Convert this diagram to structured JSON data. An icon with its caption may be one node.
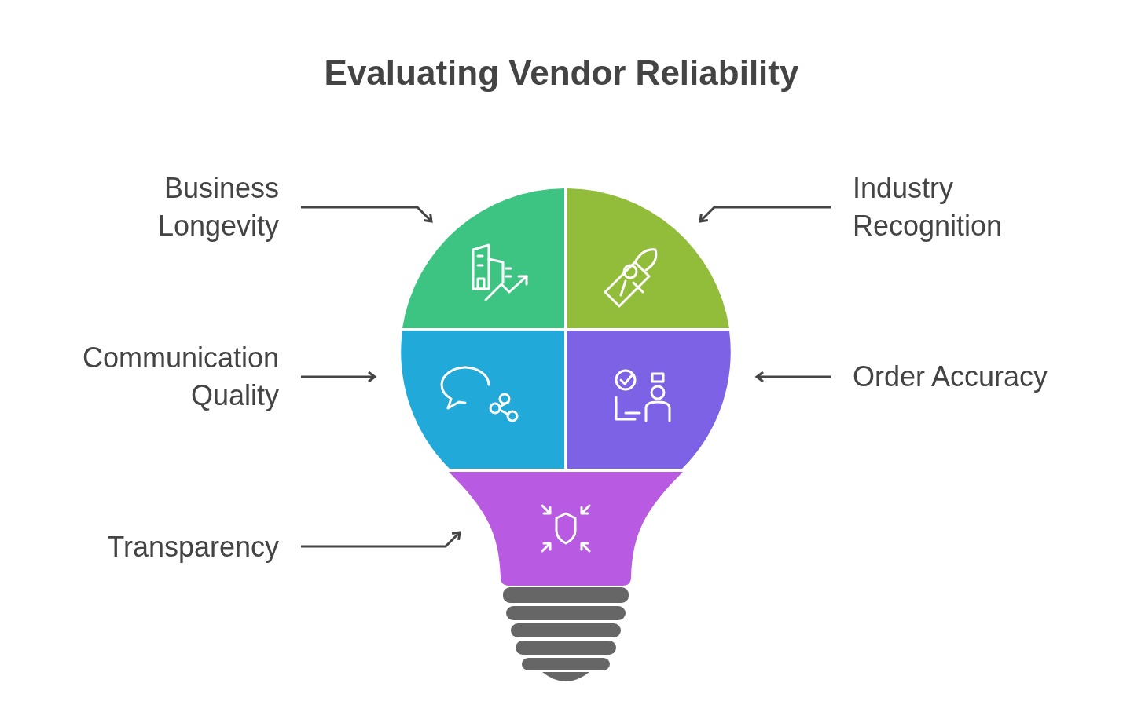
{
  "diagram": {
    "title": "Evaluating Vendor Reliability",
    "nodes": [
      {
        "text": [
          "Business Longevity"
        ]
      },
      {
        "text": [
          "Industry Recognition"
        ]
      },
      {
        "text": [
          "Communication Quality"
        ]
      },
      {
        "text": [
          "Order Accuracy"
        ]
      },
      {
        "text": [
          "Transparency"
        ]
      },
      {
        "text": [],
        "shape": "segment"
      },
      {
        "text": [],
        "shape": "segment"
      },
      {
        "text": [],
        "shape": "segment"
      },
      {
        "text": [],
        "shape": "segment"
      },
      {
        "text": [],
        "shape": "segment"
      }
    ],
    "edges": [
      {
        "from": 0,
        "to": 5,
        "arrow": "to"
      },
      {
        "from": 1,
        "to": 6,
        "arrow": "to"
      },
      {
        "from": 2,
        "to": 7,
        "arrow": "to"
      },
      {
        "from": 3,
        "to": 8,
        "arrow": "to"
      },
      {
        "from": 4,
        "to": 9,
        "arrow": "to"
      }
    ]
  }
}
